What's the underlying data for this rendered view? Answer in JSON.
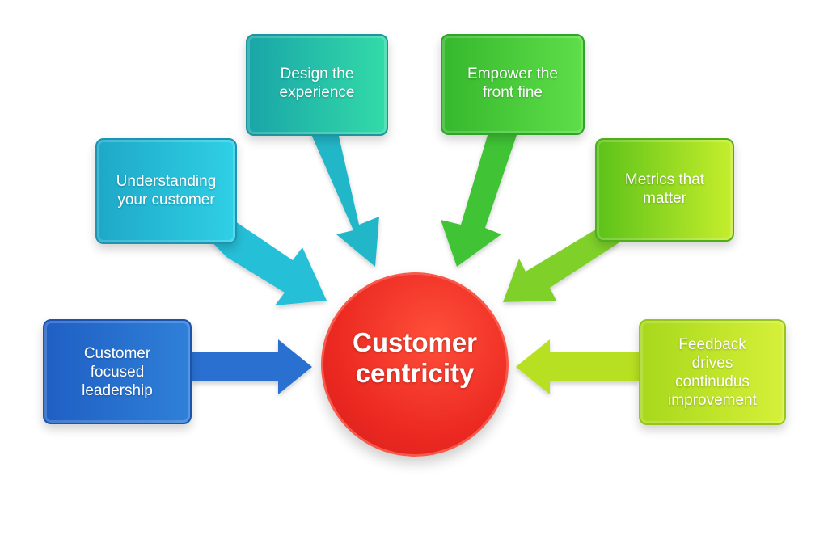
{
  "diagram": {
    "center": {
      "label": "Customer\ncentricity",
      "color": "#ec2a22"
    },
    "nodes": [
      {
        "id": "understanding",
        "label": "Understanding\nyour customer",
        "color_start": "#1ea8c8",
        "color_end": "#2fd0e6",
        "arrow_color": "#27bfd8"
      },
      {
        "id": "design",
        "label": "Design the\nexperience",
        "color_start": "#19a5a8",
        "color_end": "#33dba8",
        "arrow_color": "#21b7c8"
      },
      {
        "id": "empower",
        "label": "Empower the\nfront fine",
        "color_start": "#36b82e",
        "color_end": "#5ede48",
        "arrow_color": "#3fc434"
      },
      {
        "id": "metrics",
        "label": "Metrics that\nmatter",
        "color_start": "#5cc219",
        "color_end": "#c6ee2c",
        "arrow_color": "#7fd12a"
      },
      {
        "id": "leadership",
        "label": "Customer\nfocused\nleadership",
        "color_start": "#1f5fc4",
        "color_end": "#2f80d8",
        "arrow_color": "#2a6fd0"
      },
      {
        "id": "feedback",
        "label": "Feedback\ndrives\ncontinudus\nimprovement",
        "color_start": "#a7d81b",
        "color_end": "#d6f039",
        "arrow_color": "#b8e020"
      }
    ],
    "edges": [
      {
        "from": "understanding",
        "to": "center"
      },
      {
        "from": "design",
        "to": "center"
      },
      {
        "from": "empower",
        "to": "center"
      },
      {
        "from": "metrics",
        "to": "center"
      },
      {
        "from": "leadership",
        "to": "center"
      },
      {
        "from": "feedback",
        "to": "center"
      }
    ]
  }
}
